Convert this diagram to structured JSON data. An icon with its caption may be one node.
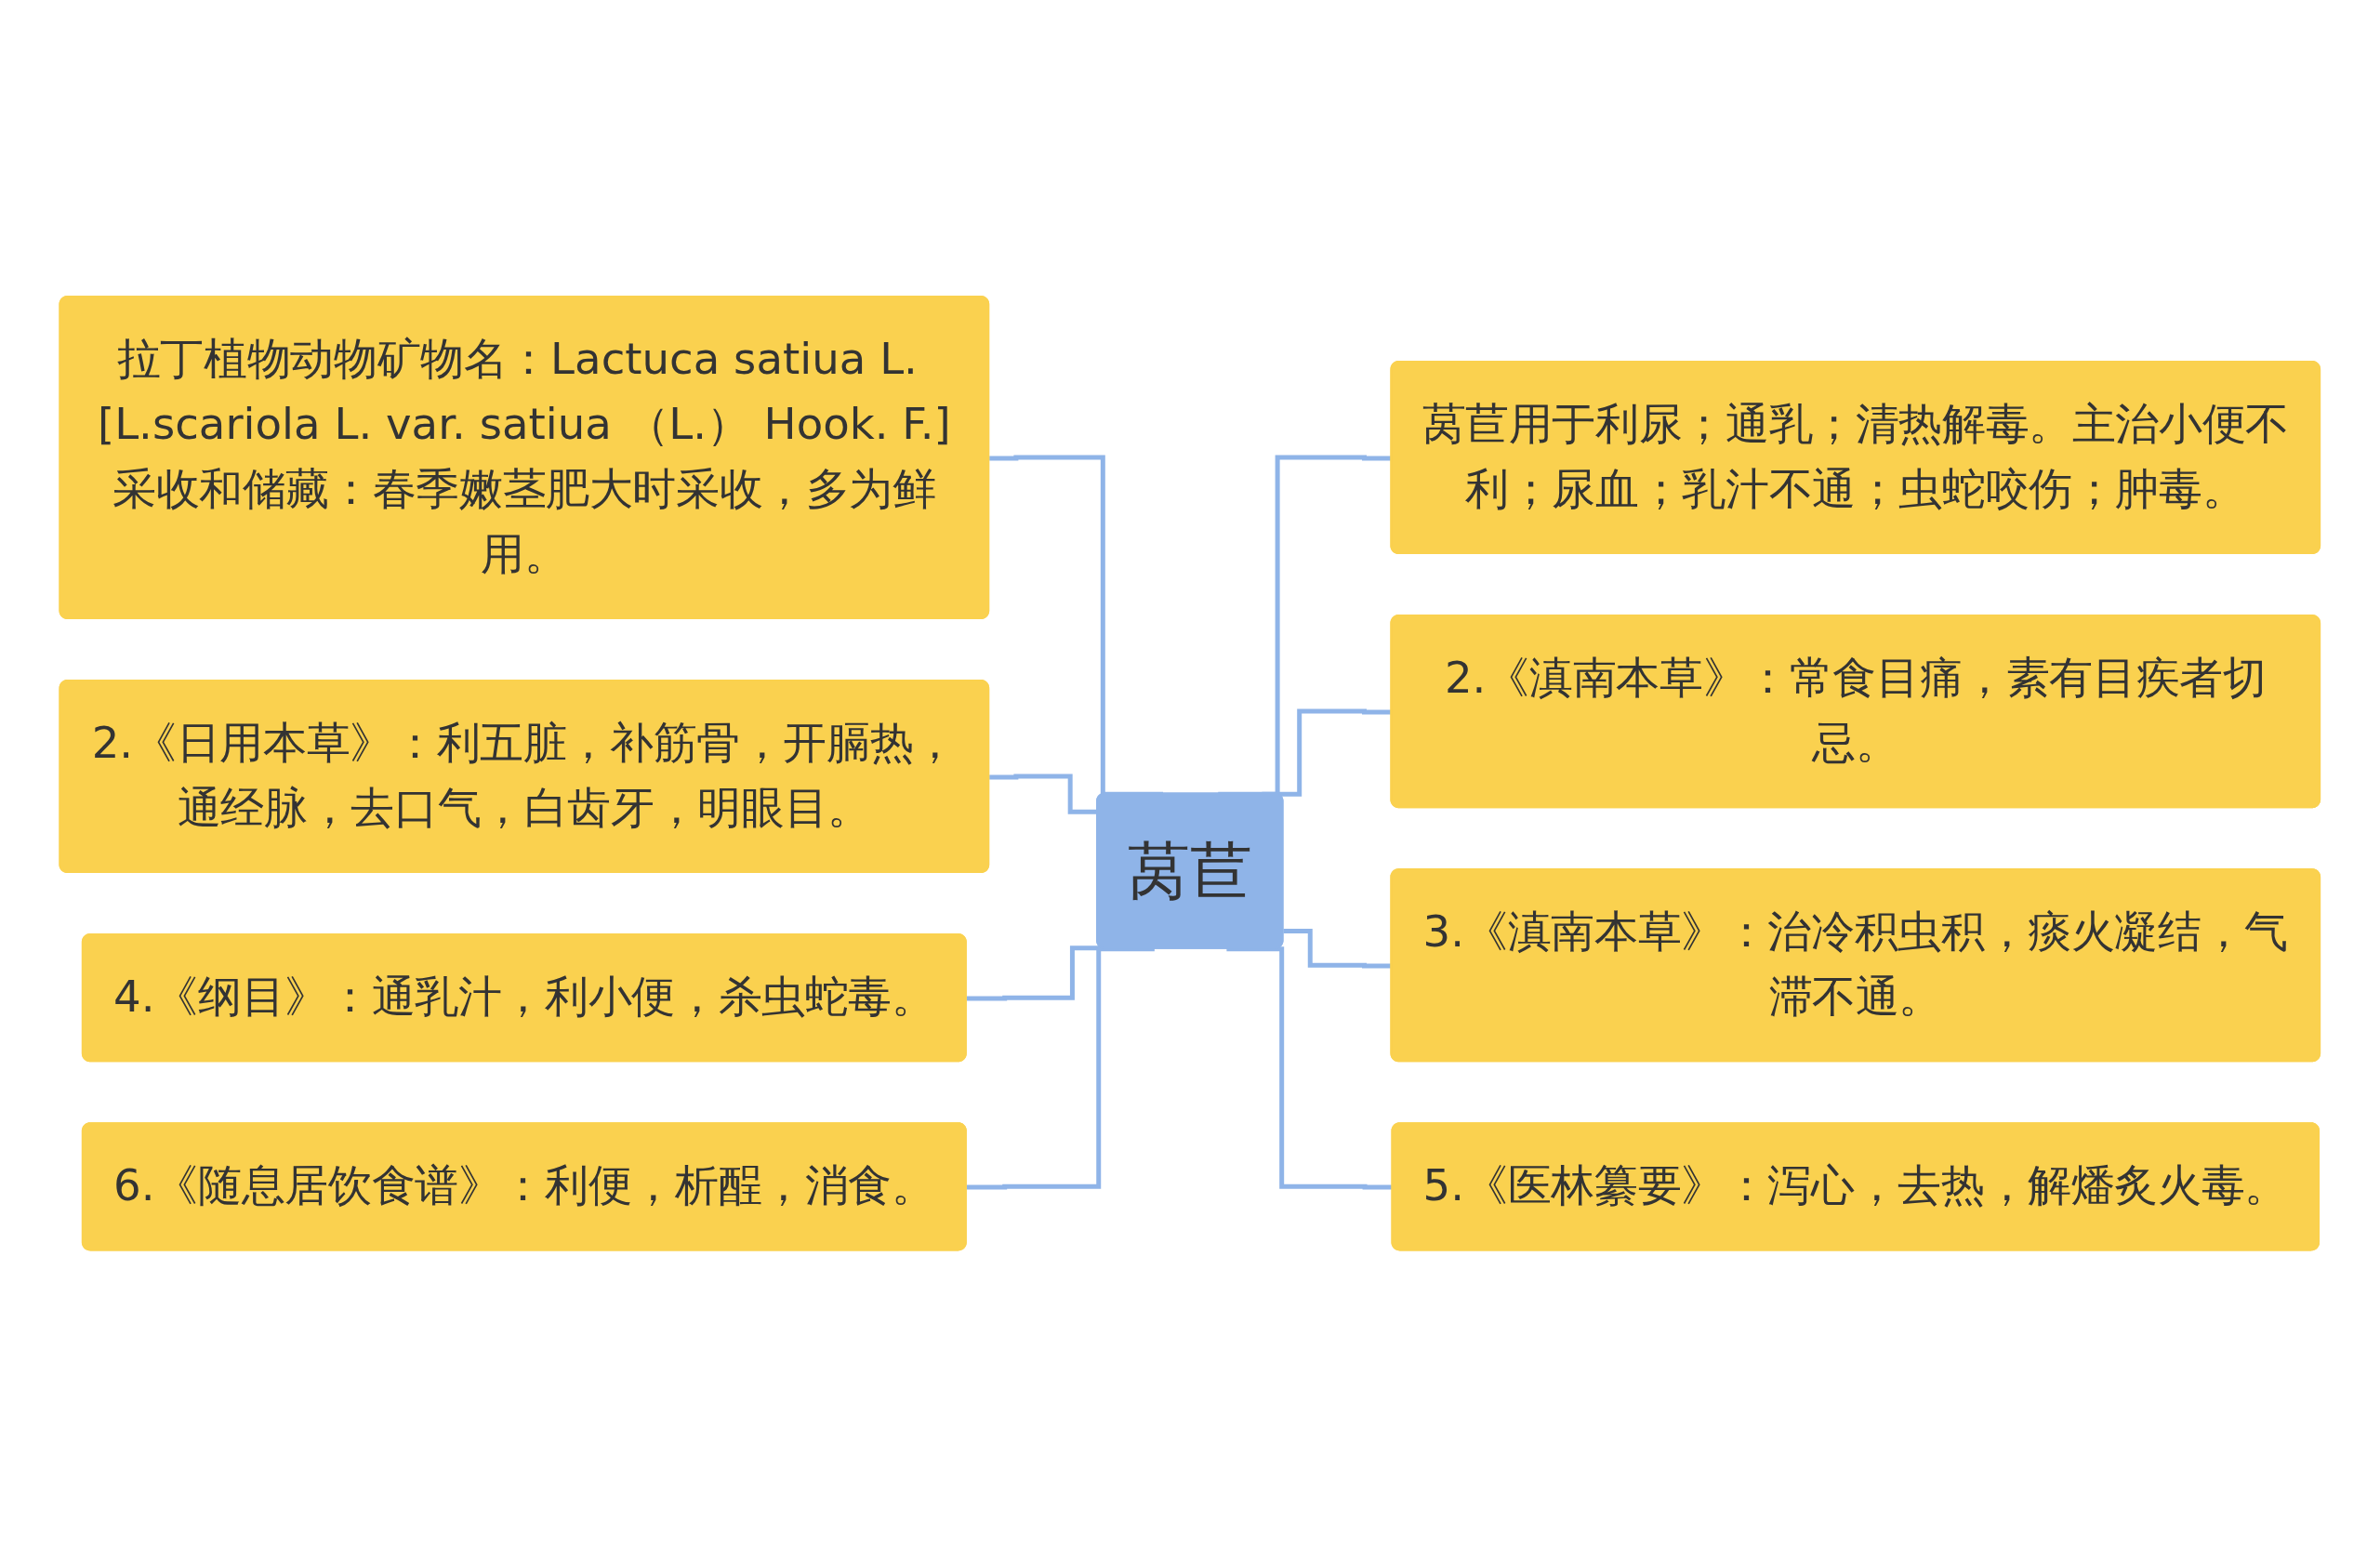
{
  "diagram": {
    "nodes": [
      {
        "text": [
          "莴苣"
        ]
      },
      {
        "text": [
          "拉丁植物动物矿物名：Lactuca satiua L. [L.scariola L. var. satiua （L.） Hook. F.]采收和储藏：春季嫩茎肥大时采收，多为鲜用。"
        ]
      },
      {
        "text": [
          "2.《日用本草》：利五脏，补筋骨，开膈热，通经脉，去口气，白齿牙，明眼目。"
        ]
      },
      {
        "text": [
          "4.《纲目》：通乳汁，利小便，杀虫蛇毒。"
        ]
      },
      {
        "text": [
          "6.《随息居饮食谱》：利便，析酲，消食。"
        ]
      },
      {
        "text": [
          "莴苣用于利尿；通乳；清热解毒。主治小便不利；尿血；乳汁不通；虫蛇咬伤；肿毒。"
        ]
      },
      {
        "text": [
          "2.《滇南本草》：常食目痛，素有目疾者切忌。"
        ]
      },
      {
        "text": [
          "3.《滇南本草》：治冷积虫积，痰火凝结，气滞不通。"
        ]
      },
      {
        "text": [
          "5.《医林纂要》：泻心，去热，解燔炙火毒。"
        ]
      }
    ],
    "edges": [
      {
        "from": 1,
        "to": 0,
        "arrow": "none"
      },
      {
        "from": 2,
        "to": 0,
        "arrow": "none"
      },
      {
        "from": 3,
        "to": 0,
        "arrow": "none"
      },
      {
        "from": 4,
        "to": 0,
        "arrow": "none"
      },
      {
        "from": 0,
        "to": 5,
        "arrow": "none"
      },
      {
        "from": 0,
        "to": 6,
        "arrow": "none"
      },
      {
        "from": 0,
        "to": 7,
        "arrow": "none"
      },
      {
        "from": 0,
        "to": 8,
        "arrow": "none"
      }
    ]
  }
}
